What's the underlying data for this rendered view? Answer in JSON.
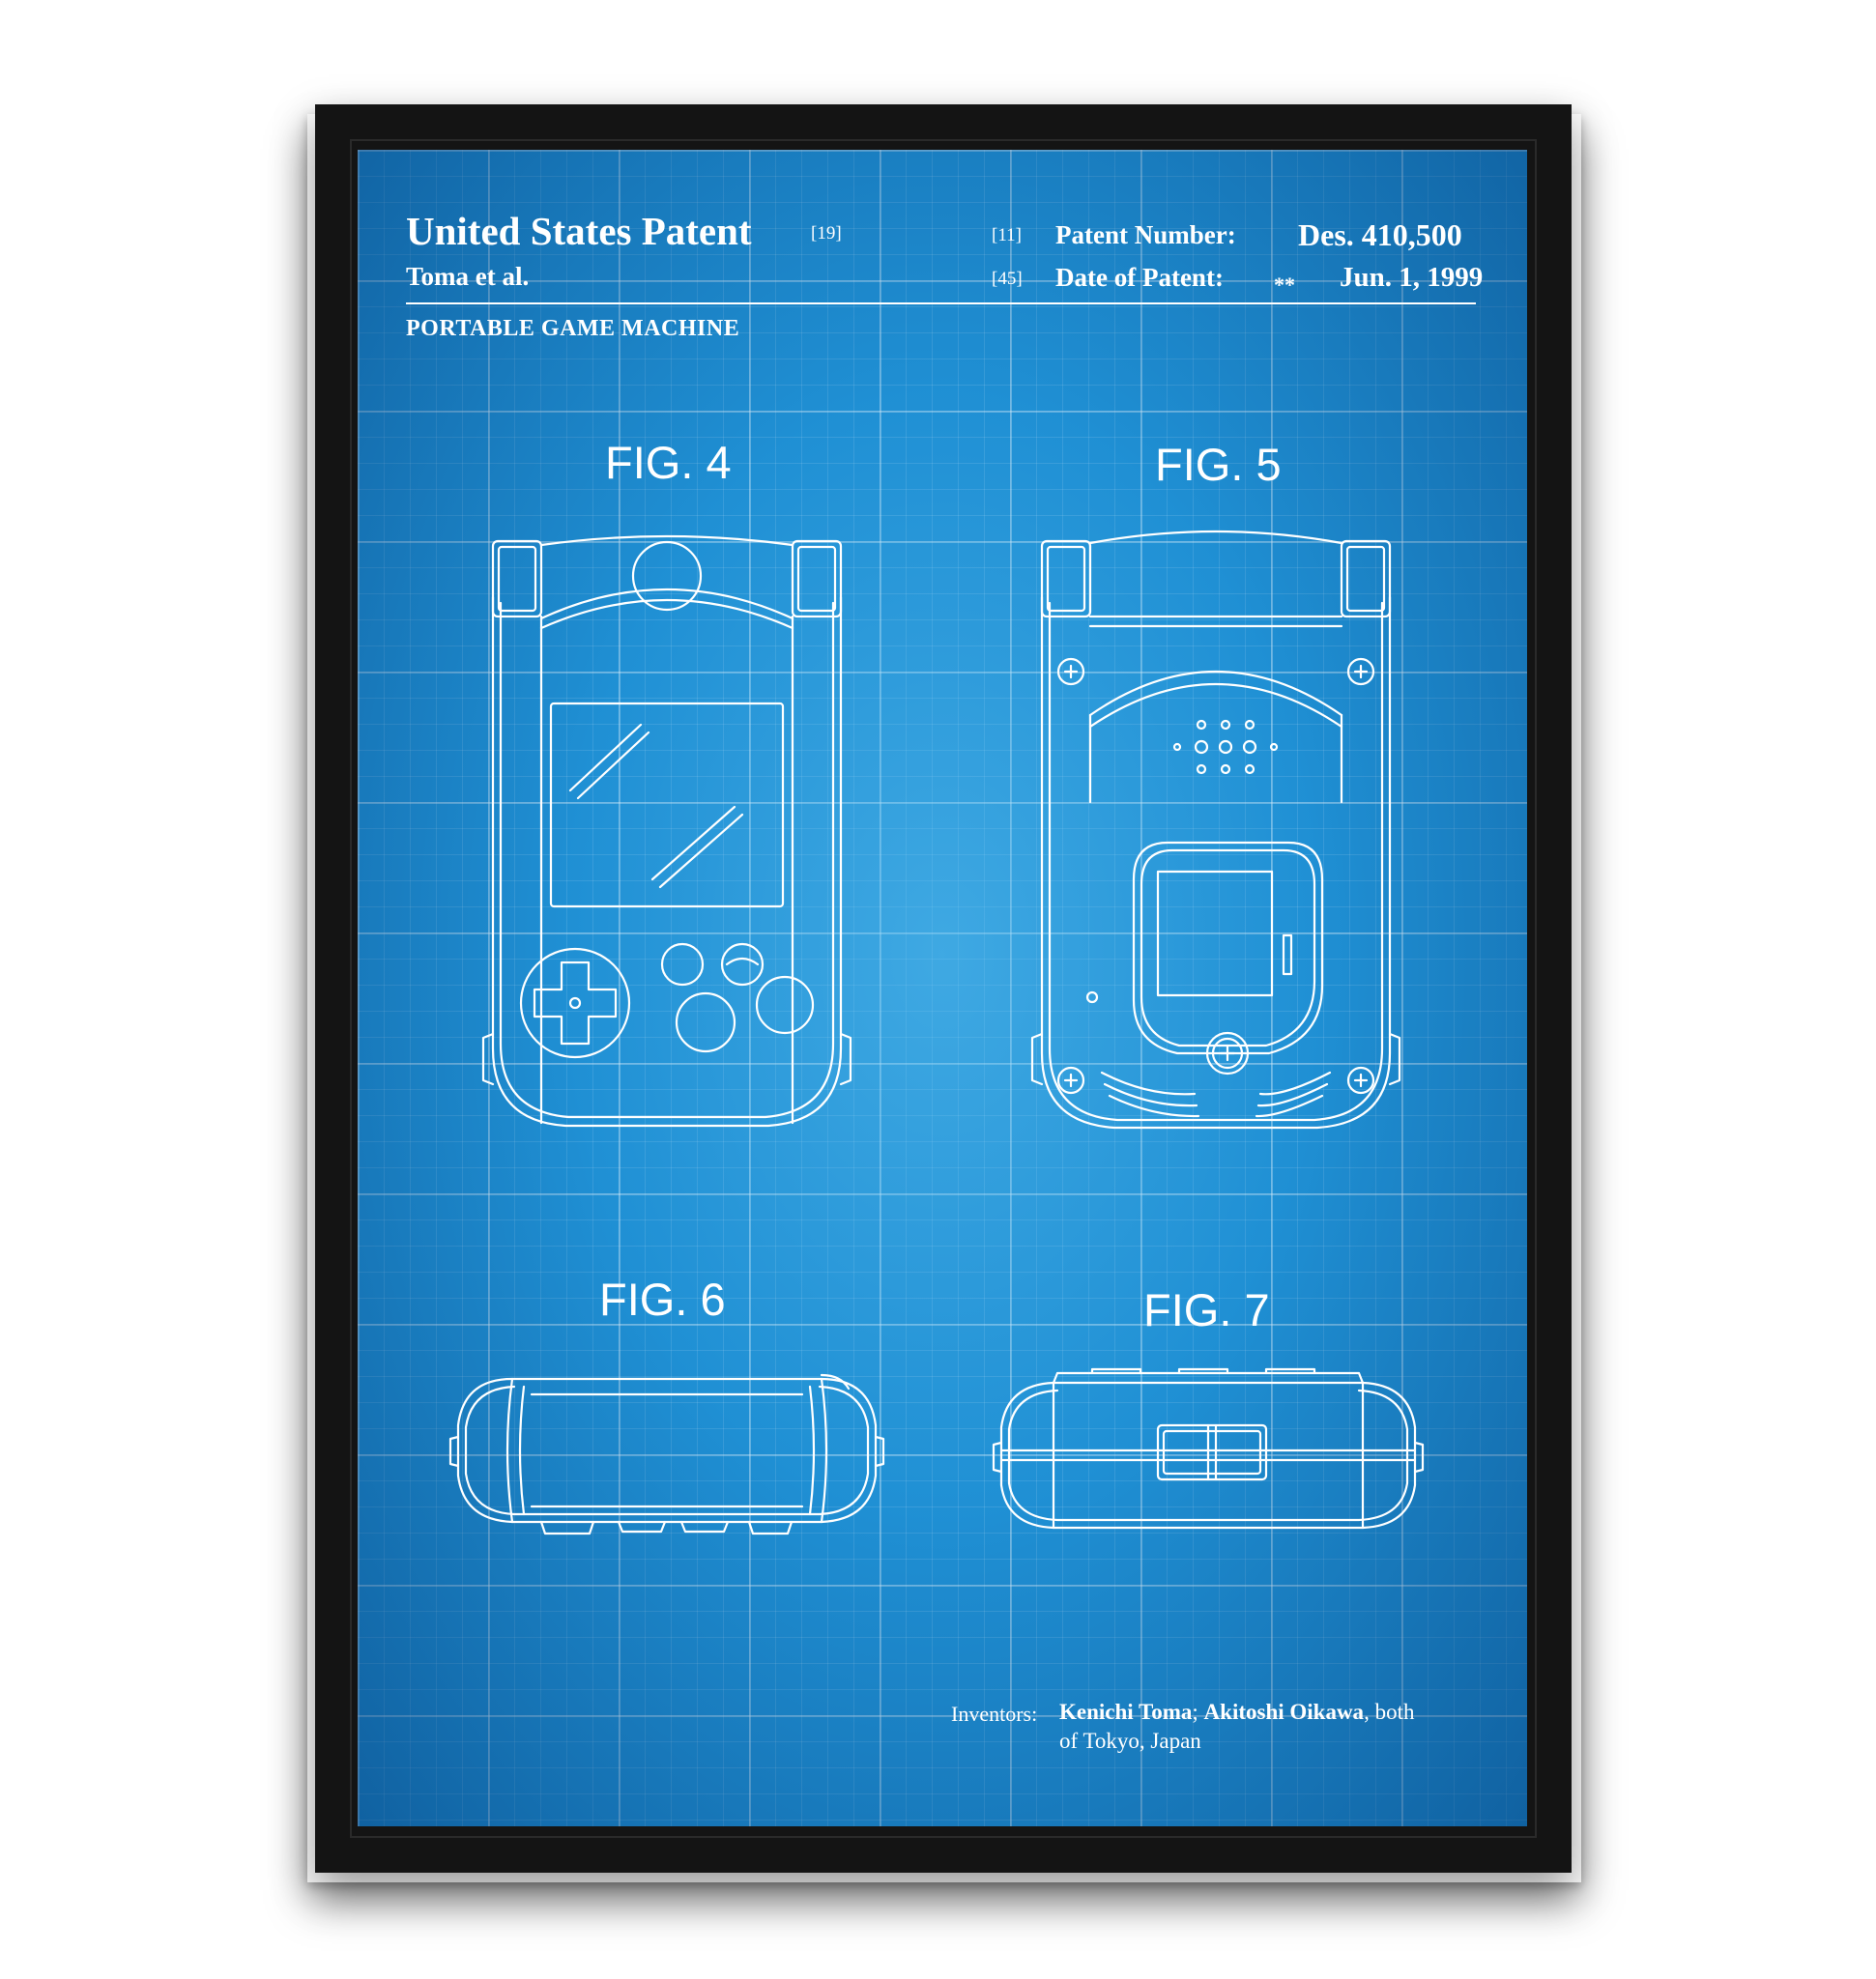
{
  "patent": {
    "office": "United States Patent",
    "office_code": "[19]",
    "inventor_short": "Toma et al.",
    "subject": "PORTABLE GAME MACHINE",
    "number_code": "[11]",
    "number_label": "Patent Number:",
    "number_value": "Des. 410,500",
    "date_code": "[45]",
    "date_label": "Date of Patent:",
    "date_marker": "**",
    "date_value": "Jun. 1, 1999"
  },
  "figures": [
    {
      "label": "FIG. 4",
      "icon": "vmu-front-view-icon"
    },
    {
      "label": "FIG. 5",
      "icon": "vmu-back-view-icon"
    },
    {
      "label": "FIG. 6",
      "icon": "vmu-side-view-icon"
    },
    {
      "label": "FIG. 7",
      "icon": "vmu-top-view-icon"
    }
  ],
  "inventors": {
    "label": "Inventors:",
    "name_1": "Kenichi Toma",
    "separator": "; ",
    "name_2": "Akitoshi Oikawa",
    "suffix": ", both",
    "location": "of Tokyo, Japan"
  },
  "colors": {
    "blueprint": "#1e8fd3",
    "line": "#ffffff",
    "frame": "#141414"
  }
}
